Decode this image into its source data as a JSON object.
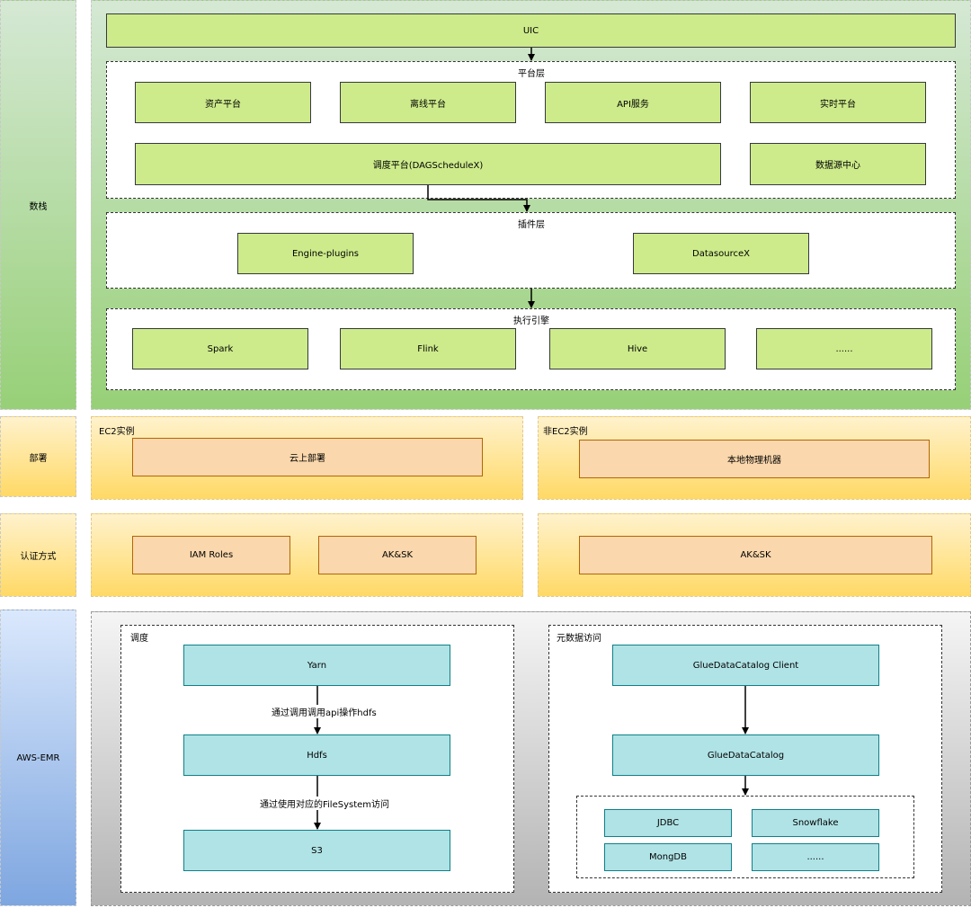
{
  "left_labels": {
    "shuzhan": "数栈",
    "bushu": "部署",
    "renzheng": "认证方式",
    "aws": "AWS-EMR"
  },
  "shuzhan": {
    "uic": "UIC",
    "platform_layer": {
      "title": "平台层",
      "items": [
        "资产平台",
        "离线平台",
        "API服务",
        "实时平台"
      ],
      "scheduler": "调度平台(DAGScheduleX)",
      "datasource_center": "数据源中心"
    },
    "plugin_layer": {
      "title": "插件层",
      "items": [
        "Engine-plugins",
        "DatasourceX"
      ]
    },
    "engine_layer": {
      "title": "执行引擎",
      "items": [
        "Spark",
        "Flink",
        "Hive",
        "......"
      ]
    }
  },
  "deploy": {
    "ec2": {
      "title": "EC2实例",
      "item": "云上部署"
    },
    "non_ec2": {
      "title": "非EC2实例",
      "item": "本地物理机器"
    }
  },
  "auth": {
    "ec2_items": [
      "IAM Roles",
      "AK&SK"
    ],
    "non_ec2_item": "AK&SK"
  },
  "emr": {
    "schedule": {
      "title": "调度",
      "yarn": "Yarn",
      "edge1": "通过调用调用api操作hdfs",
      "hdfs": "Hdfs",
      "edge2": "通过使用对应的FileSystem访问",
      "s3": "S3"
    },
    "metadata": {
      "title": "元数据访问",
      "client": "GlueDataCatalog Client",
      "catalog": "GlueDataCatalog",
      "sources": [
        "JDBC",
        "Snowflake",
        "MongDB",
        "......"
      ]
    }
  }
}
